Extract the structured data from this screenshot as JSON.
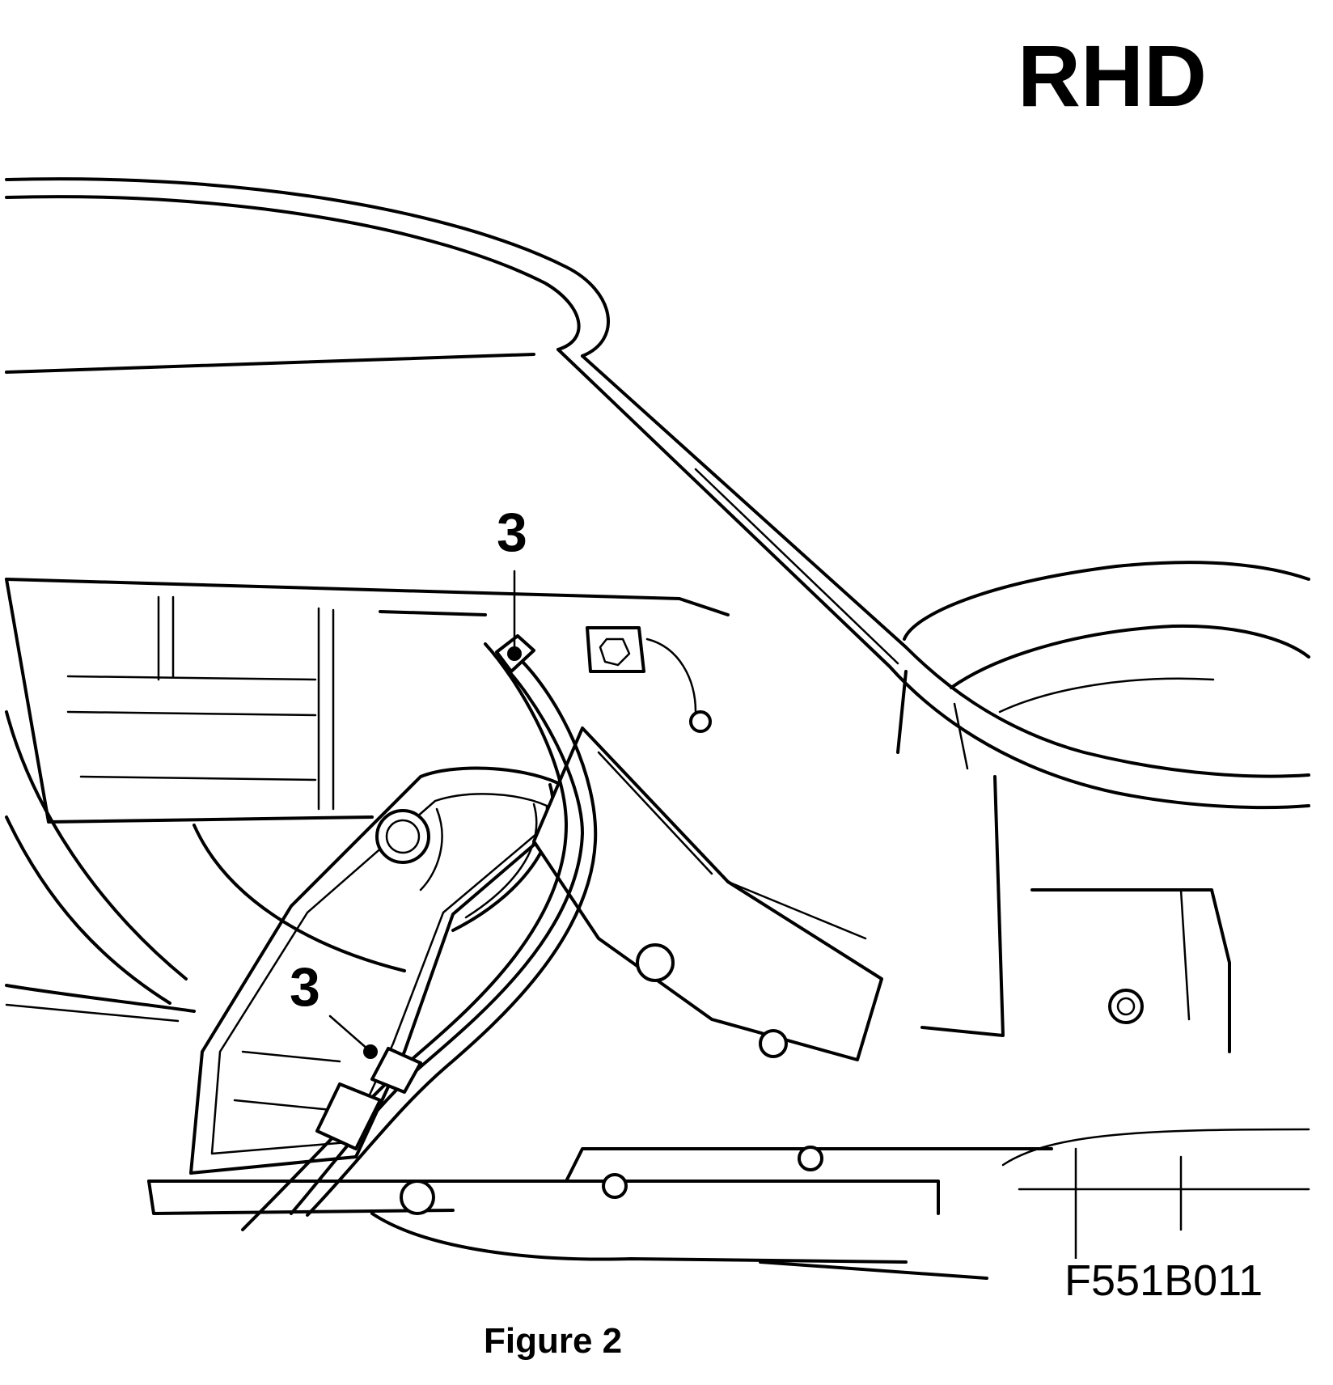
{
  "labels": {
    "region_marker": "RHD",
    "callout_upper": "3",
    "callout_lower": "3",
    "figure_code": "F551B011",
    "caption": "Figure 2"
  },
  "colors": {
    "line": "#000000",
    "background": "#ffffff"
  }
}
